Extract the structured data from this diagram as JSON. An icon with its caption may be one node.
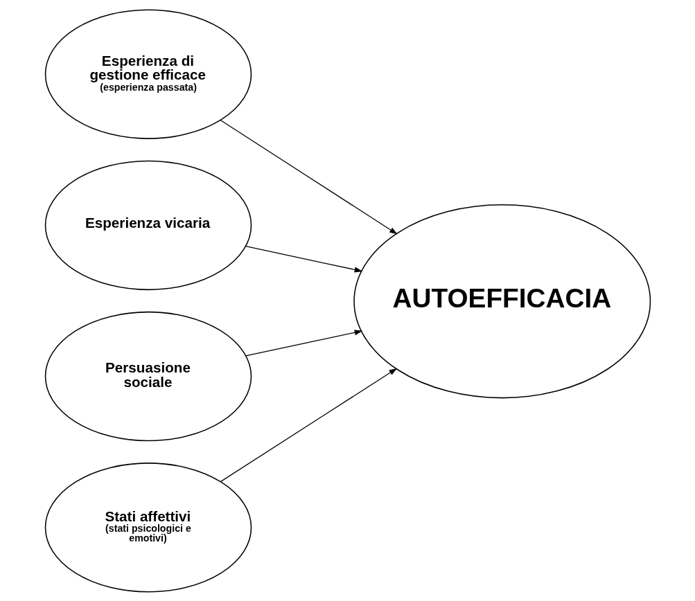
{
  "diagram": {
    "nodes": [
      {
        "text": [
          "Esperienza di gestione efficace",
          "(esperienza passata)"
        ]
      },
      {
        "text": [
          "Esperienza vicaria"
        ]
      },
      {
        "text": [
          "Persuasione sociale"
        ]
      },
      {
        "text": [
          "Stati affettivi",
          "(stati psicologici e emotivi)"
        ]
      },
      {
        "text": [
          "AUTOEFFICACIA"
        ]
      }
    ],
    "edges": [
      {
        "from": 0,
        "to": 4,
        "arrow": "to"
      },
      {
        "from": 1,
        "to": 4,
        "arrow": "to"
      },
      {
        "from": 2,
        "to": 4,
        "arrow": "to"
      },
      {
        "from": 3,
        "to": 4,
        "arrow": "to"
      }
    ]
  }
}
